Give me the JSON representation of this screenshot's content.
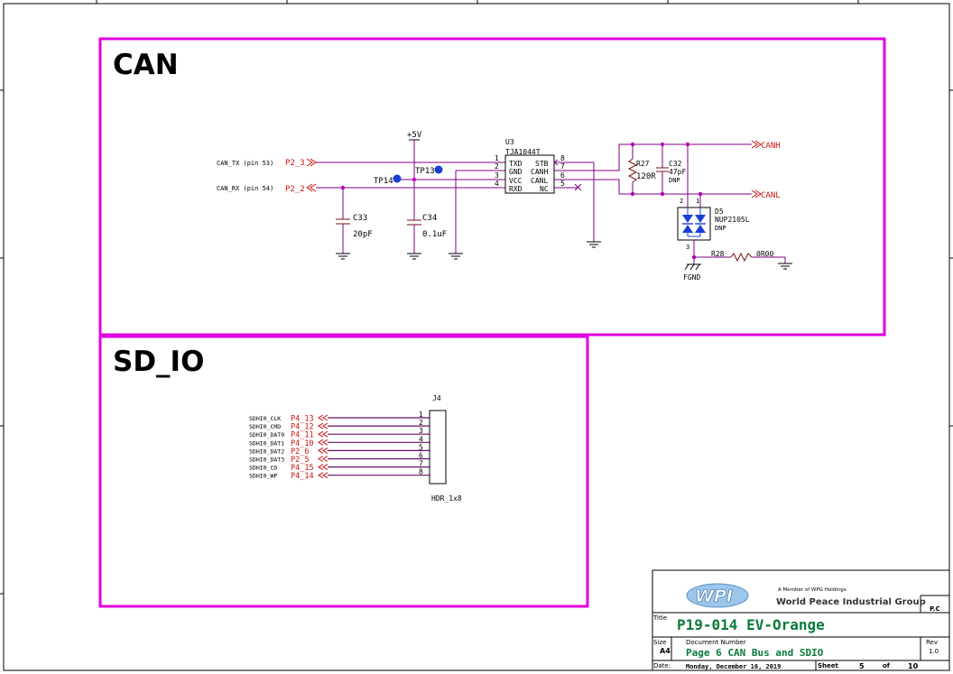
{
  "blocks": {
    "can_title": "CAN",
    "sdio_title": "SD_IO"
  },
  "can": {
    "tx_net": "CAN_TX (pin 53)",
    "tx_port": "P2_3",
    "rx_net": "CAN_RX (pin 54)",
    "rx_port": "P2_2",
    "supply": "+5V",
    "tp14": "TP14",
    "tp13": "TP13",
    "u3_ref": "U3",
    "u3_part": "TJA1044T",
    "u3_left_pins": [
      {
        "num": "1",
        "name": "TXD"
      },
      {
        "num": "2",
        "name": "GND"
      },
      {
        "num": "3",
        "name": "VCC"
      },
      {
        "num": "4",
        "name": "RXD"
      }
    ],
    "u3_right_pins": [
      {
        "num": "8",
        "name": "STB"
      },
      {
        "num": "7",
        "name": "CANH"
      },
      {
        "num": "6",
        "name": "CANL"
      },
      {
        "num": "5",
        "name": "NC"
      }
    ],
    "c33_ref": "C33",
    "c33_val": "20pF",
    "c34_ref": "C34",
    "c34_val": "0.1uF",
    "r27_ref": "R27",
    "r27_val": "120R",
    "c32_ref": "C32",
    "c32_val": "47pF",
    "c32_note": "DNP",
    "canh": "CANH",
    "canl": "CANL",
    "d5_ref": "D5",
    "d5_part": "NUP2105L",
    "d5_note": "DNP",
    "d5_pins": [
      "2",
      "1",
      "3"
    ],
    "r28_ref": "R28",
    "r28_val": "0R00",
    "fgnd": "FGND"
  },
  "sdio": {
    "nets": [
      {
        "net": "SDHI0_CLK",
        "port": "P4_13",
        "pin": "1"
      },
      {
        "net": "SDHI0_CMD",
        "port": "P4_12",
        "pin": "2"
      },
      {
        "net": "SDHI0_DAT0",
        "port": "P4_11",
        "pin": "3"
      },
      {
        "net": "SDHI0_DAT1",
        "port": "P4_10",
        "pin": "4"
      },
      {
        "net": "SDHI0_DAT2",
        "port": "P2_6",
        "pin": "5"
      },
      {
        "net": "SDHI0_DAT3",
        "port": "P2_5",
        "pin": "6"
      },
      {
        "net": "SDHI0_CD",
        "port": "P4_15",
        "pin": "7"
      },
      {
        "net": "SDHI0_WP",
        "port": "P4_14",
        "pin": "8"
      }
    ],
    "j4_ref": "J4",
    "j4_part": "HDR_1x8"
  },
  "title_block": {
    "logo_text": "WPI",
    "member_text": "A Member of WPG Holdings",
    "company": "World Peace Industrial Group",
    "pc": "P.C",
    "title_label": "Title",
    "title": "P19-014 EV-Orange",
    "size_label": "Size",
    "size": "A4",
    "docnum_label": "Document Number",
    "docnum": "Page 6 CAN Bus and SDIO",
    "rev_label": "Rev",
    "rev": "1.0",
    "date_label": "Date:",
    "date": "Monday, December 16, 2019",
    "sheet_label": "Sheet",
    "sheet": "5",
    "of_label": "of",
    "of_total": "10"
  },
  "colors": {
    "block_border": "#e000e0",
    "wire": "#800080",
    "port_text": "#d01010",
    "title_text": "#0a7a3a"
  }
}
